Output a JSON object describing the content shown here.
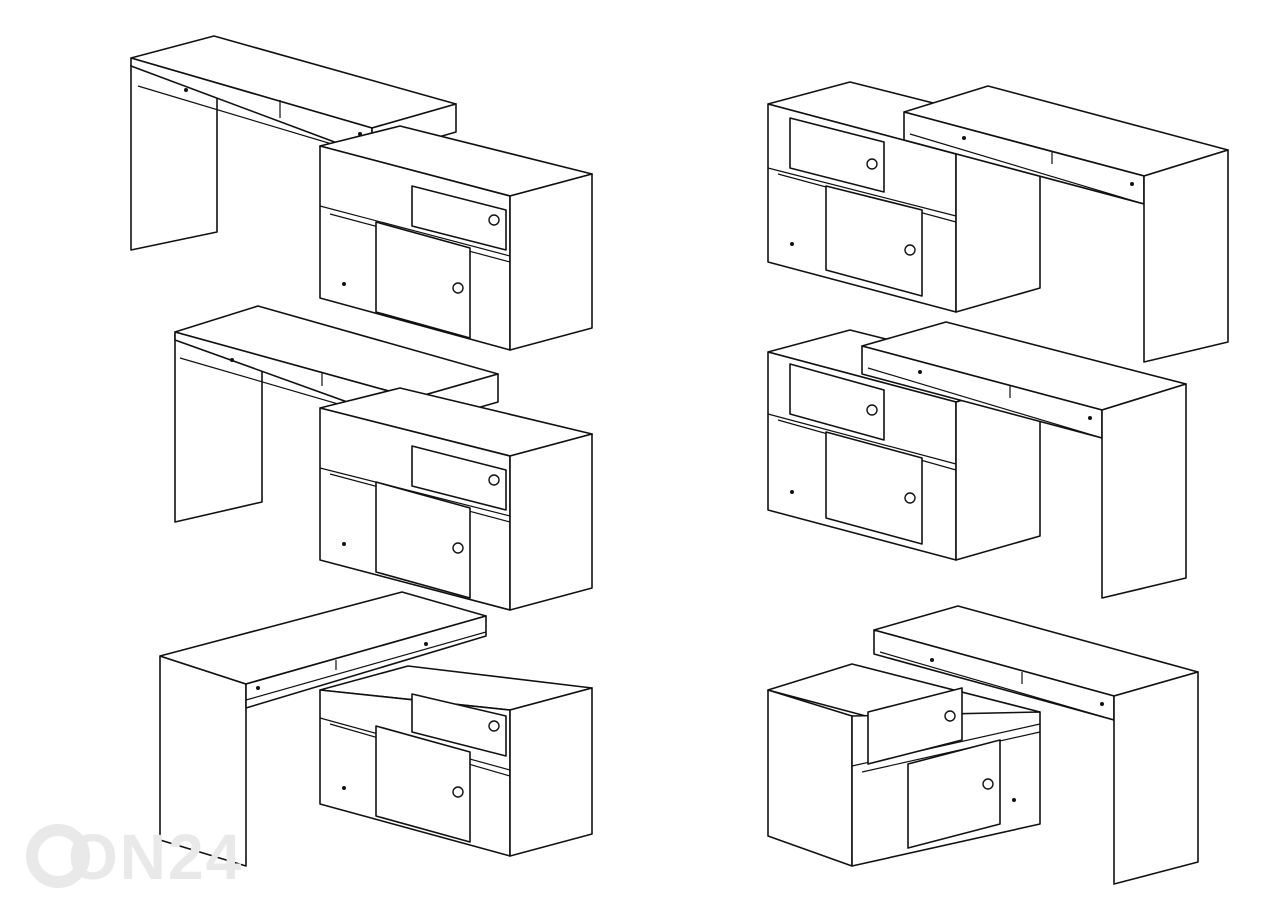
{
  "watermark": {
    "text": "ON24",
    "color": "#e9e9e9"
  },
  "configurations": [
    {
      "id": "config-1",
      "orientation": "desk-left-cabinet-right"
    },
    {
      "id": "config-2",
      "orientation": "desk-left-cabinet-right"
    },
    {
      "id": "config-3",
      "orientation": "desk-left-cabinet-right-l-shape"
    },
    {
      "id": "config-4",
      "orientation": "cabinet-left-desk-right"
    },
    {
      "id": "config-5",
      "orientation": "cabinet-left-desk-right"
    },
    {
      "id": "config-6",
      "orientation": "cabinet-left-desk-right-l-shape"
    }
  ]
}
